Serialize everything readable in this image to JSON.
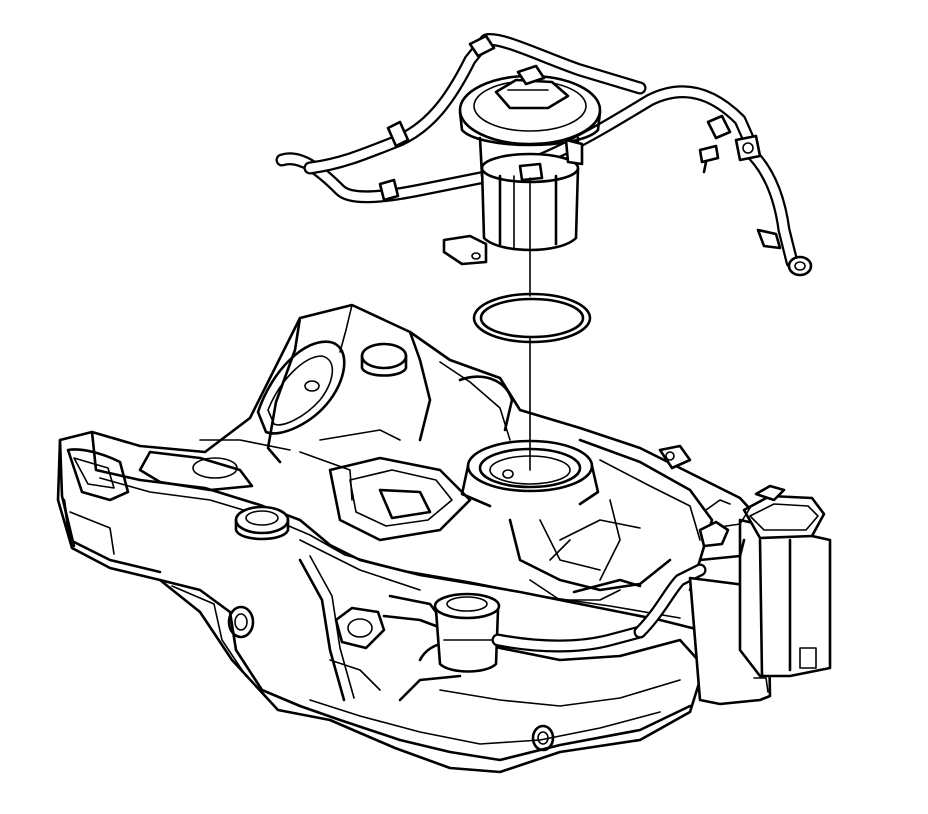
{
  "diagram": {
    "kind": "exploded-line-drawing",
    "background_color": "#ffffff",
    "line_color": "#000000",
    "components": [
      {
        "id": "fuel-tank",
        "label": ""
      },
      {
        "id": "fuel-pump-module",
        "label": ""
      },
      {
        "id": "fuel-sender-seal",
        "label": ""
      },
      {
        "id": "fuel-feed-harness",
        "label": ""
      },
      {
        "id": "evap-canister",
        "label": ""
      },
      {
        "id": "installation-guide-line",
        "label": ""
      }
    ]
  }
}
